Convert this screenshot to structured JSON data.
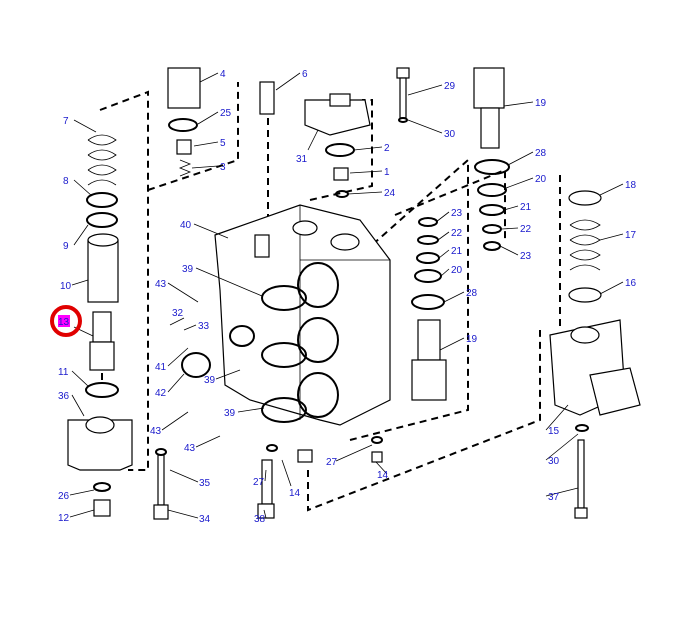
{
  "diagram": {
    "highlighted_label": "13",
    "highlight_color": "#ff00ff",
    "ring_color": "#e00000",
    "label_color": "#1a1acc",
    "labels": [
      "4",
      "6",
      "29",
      "19",
      "25",
      "5",
      "3",
      "7",
      "30",
      "31",
      "2",
      "1",
      "28",
      "24",
      "8",
      "20",
      "18",
      "21",
      "23",
      "22",
      "21",
      "20",
      "22",
      "23",
      "17",
      "9",
      "40",
      "39",
      "43",
      "28",
      "16",
      "10",
      "32",
      "33",
      "13",
      "19",
      "41",
      "42",
      "39",
      "11",
      "36",
      "43",
      "39",
      "15",
      "43",
      "27",
      "30",
      "27",
      "35",
      "14",
      "14",
      "26",
      "37",
      "12",
      "38",
      "34"
    ]
  }
}
